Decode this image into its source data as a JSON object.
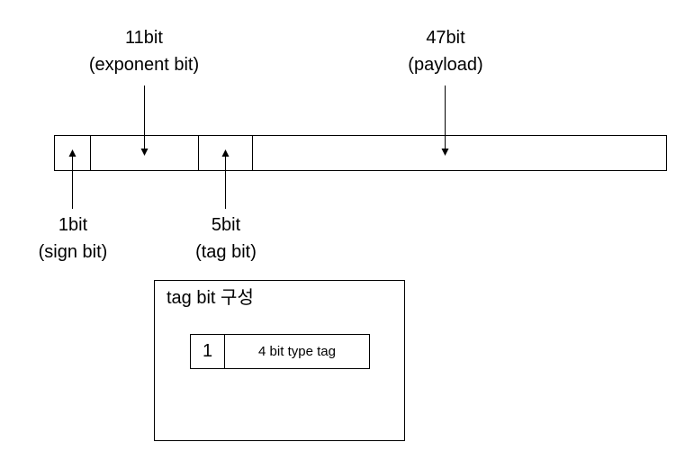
{
  "labels": {
    "exponent": {
      "bits": "11bit",
      "name": "(exponent bit)"
    },
    "payload": {
      "bits": "47bit",
      "name": "(payload)"
    },
    "sign": {
      "bits": "1bit",
      "name": "(sign bit)"
    },
    "tag": {
      "bits": "5bit",
      "name": "(tag bit)"
    }
  },
  "tag_box": {
    "title": "tag bit 구성",
    "fields": [
      "1",
      "4 bit type tag"
    ]
  },
  "colors": {
    "stroke": "#000000",
    "background": "#ffffff"
  }
}
